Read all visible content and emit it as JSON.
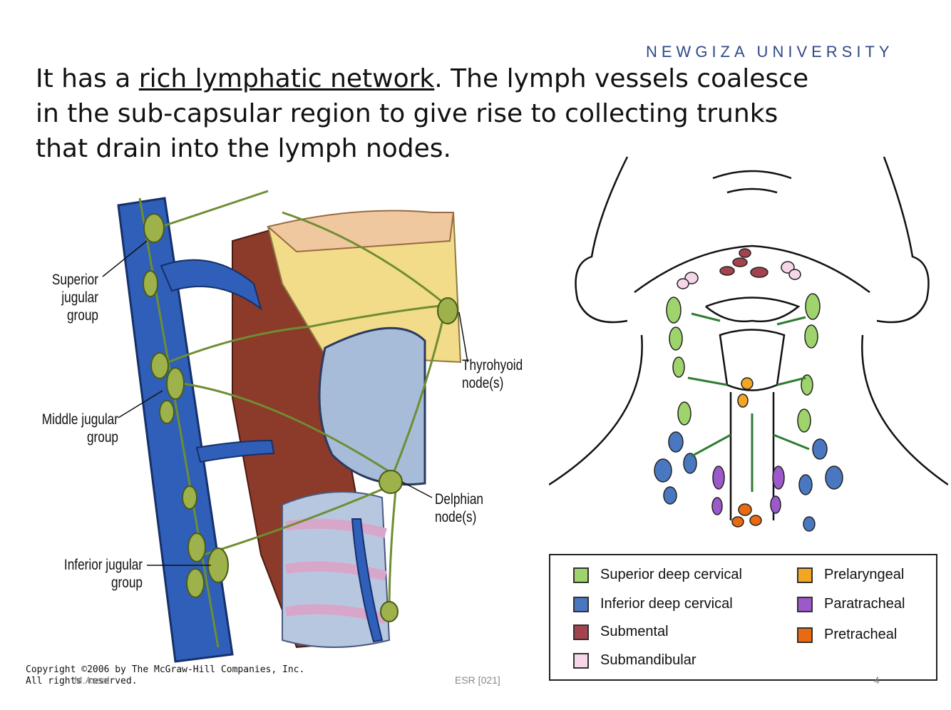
{
  "header": {
    "university": "NEWGIZA UNIVERSITY"
  },
  "body": {
    "line1_pre": "It has a ",
    "line1_link": "rich lymphatic network",
    "line1_post": ". The lymph vessels coalesce",
    "line2": "in the sub-capsular region to give rise to collecting trunks",
    "line3": "that drain into the lymph nodes."
  },
  "left_figure": {
    "labels": {
      "superior": [
        "Superior",
        "jugular",
        "group"
      ],
      "middle": [
        "Middle jugular",
        "group"
      ],
      "inferior": [
        "Inferior jugular",
        "group"
      ],
      "thyrohyoid": [
        "Thyrohyoid",
        "node(s)"
      ],
      "delphian": [
        "Delphian",
        "node(s)"
      ]
    },
    "copyright": [
      "Copyright ©2006 by The McGraw-Hill Companies, Inc.",
      "All rights reserved."
    ]
  },
  "legend": {
    "items": [
      {
        "label": "Superior deep cervical",
        "color": "#9fd36b"
      },
      {
        "label": "Inferior deep cervical",
        "color": "#4a78c0"
      },
      {
        "label": "Submental",
        "color": "#a3434e"
      },
      {
        "label": "Submandibular",
        "color": "#f6d7ea"
      },
      {
        "label": "Prelaryngeal",
        "color": "#f2a623"
      },
      {
        "label": "Paratracheal",
        "color": "#9b59c9"
      },
      {
        "label": "Pretracheal",
        "color": "#ea6a12"
      }
    ]
  },
  "footer": {
    "author": "M.Assal",
    "code": "ESR [021]",
    "page": "4"
  },
  "colors": {
    "heading_blue": "#2e4a86",
    "vein_blue": "#2f5fb8",
    "lymph_green": "#7a9a3a",
    "muscle": "#8c3a2a",
    "cartilage": "#f2dc8a"
  }
}
